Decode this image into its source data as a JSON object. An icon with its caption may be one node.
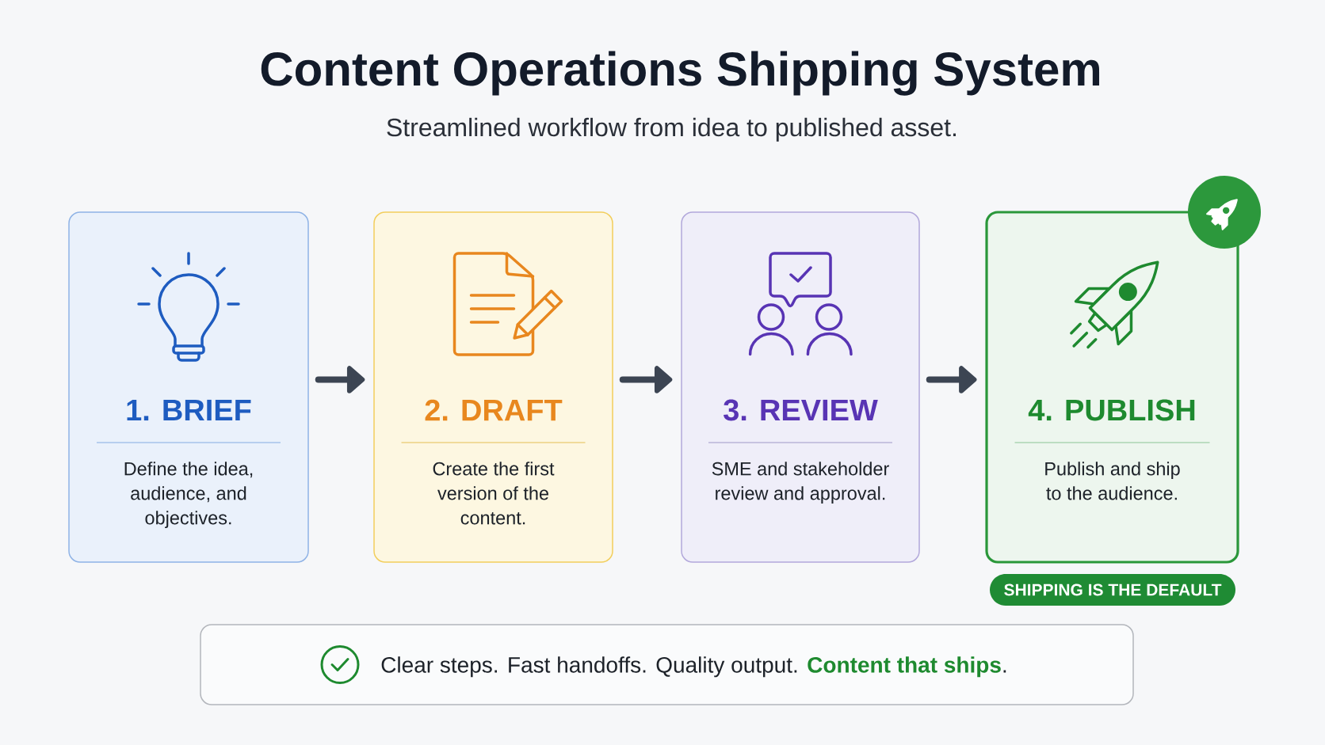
{
  "diagram": {
    "title": "Content Operations Shipping System",
    "nodes": [
      {
        "text": [
          "1. BRIEF",
          "Define the idea, audience, and objectives."
        ]
      },
      {
        "text": [
          "2. DRAFT",
          "Create the first version of the content."
        ]
      },
      {
        "text": [
          "3. REVIEW",
          "SME and stakeholder review and approval."
        ]
      },
      {
        "text": [
          "4. PUBLISH",
          "Publish and ship to the audience."
        ]
      },
      {
        "text": [
          "SHIPPING IS THE DEFAULT"
        ]
      },
      {
        "text": [
          "Clear steps. Fast handoffs. Quality output. **Content that ships**."
        ]
      }
    ],
    "edges": [
      {
        "from": 0,
        "to": 1,
        "arrow": "to"
      },
      {
        "from": 1,
        "to": 2,
        "arrow": "to"
      },
      {
        "from": 2,
        "to": 3,
        "arrow": "to"
      }
    ],
    "labels": [
      "Streamlined workflow from idea to published asset."
    ]
  }
}
